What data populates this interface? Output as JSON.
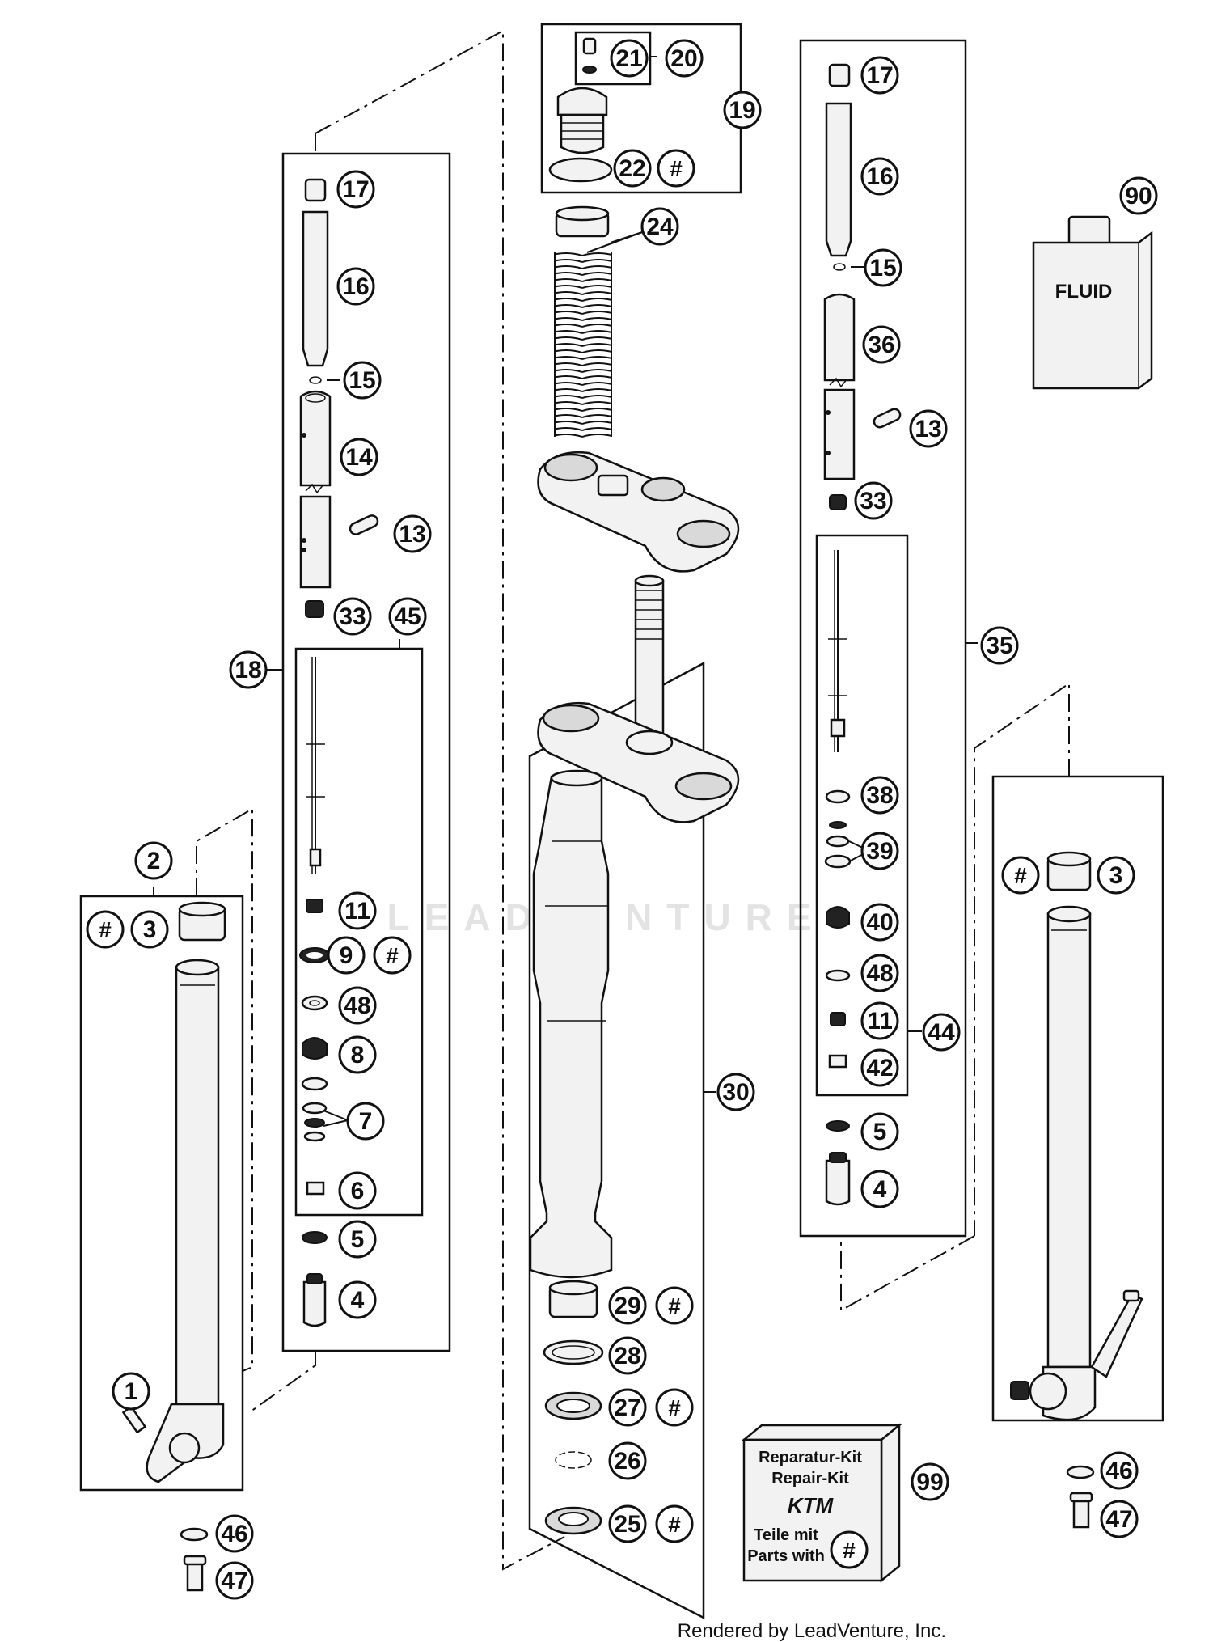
{
  "callouts": [
    "1",
    "2",
    "3",
    "4",
    "5",
    "6",
    "7",
    "8",
    "9",
    "11",
    "13",
    "14",
    "15",
    "16",
    "17",
    "18",
    "19",
    "20",
    "21",
    "22",
    "24",
    "25",
    "26",
    "27",
    "28",
    "29",
    "30",
    "33",
    "35",
    "36",
    "38",
    "39",
    "40",
    "42",
    "44",
    "45",
    "46",
    "47",
    "48",
    "90",
    "99"
  ],
  "hash_symbol": "#",
  "fluid_label": "FLUID",
  "repair_kit": {
    "line1": "Reparatur-Kit",
    "line2": "Repair-Kit",
    "brand": "KTM",
    "line3": "Teile mit",
    "line4": "Parts with"
  },
  "watermark": "LEADVENTURE",
  "credit": "Rendered by LeadVenture, Inc."
}
